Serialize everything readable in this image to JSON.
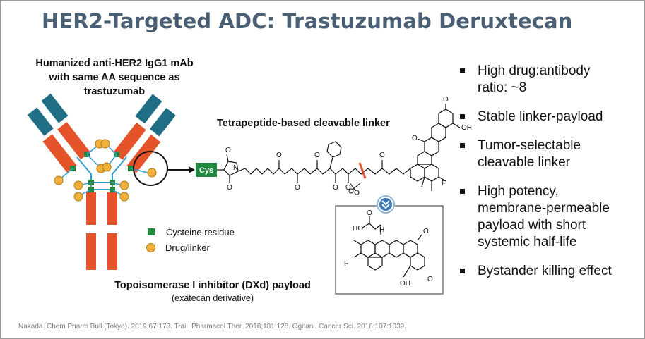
{
  "title": "HER2-Targeted ADC: Trastuzumab Deruxtecan",
  "antibody": {
    "label_line1": "Humanized anti-HER2 IgG1 mAb",
    "label_line2": "with same AA sequence as",
    "label_line3": "trastuzumab"
  },
  "linker": {
    "label": "Tetrapeptide-based cleavable linker",
    "cys_tag": "Cys"
  },
  "payload": {
    "label": "Topoisomerase I inhibitor (DXd) payload",
    "sublabel": "(exatecan derivative)"
  },
  "structure_atoms": {
    "oh": "OH",
    "f": "F",
    "n": "N",
    "o": "O",
    "ho": "HO",
    "h": "H"
  },
  "legend": {
    "cysteine": "Cysteine residue",
    "drug_linker": "Drug/linker"
  },
  "bullets": [
    {
      "line1": "High drug:antibody",
      "line2": "ratio: ~8"
    },
    {
      "line1": "Stable linker-payload",
      "line2": ""
    },
    {
      "line1": "Tumor-selectable",
      "line2": "cleavable linker"
    },
    {
      "line1": "High potency,",
      "line2": "membrane-permeable",
      "line3": "payload with short",
      "line4": "systemic half-life"
    },
    {
      "line1": "Bystander killing effect",
      "line2": ""
    }
  ],
  "citation": "Nakada. Chem Pharm Bull (Tokyo). 2019;67:173. Trail. Pharmacol Ther. 2018;181:126. Ogitani. Cancer Sci. 2016;107:1039.",
  "colors": {
    "title": "#4a5f73",
    "heavy_chain": "#e4532a",
    "light_chain_teal": "#1f6e86",
    "cysteine": "#1f8a3e",
    "drug_linker": "#f2b13d",
    "connector": "#2f9fd0",
    "scissor_cut": "#e4532a"
  }
}
